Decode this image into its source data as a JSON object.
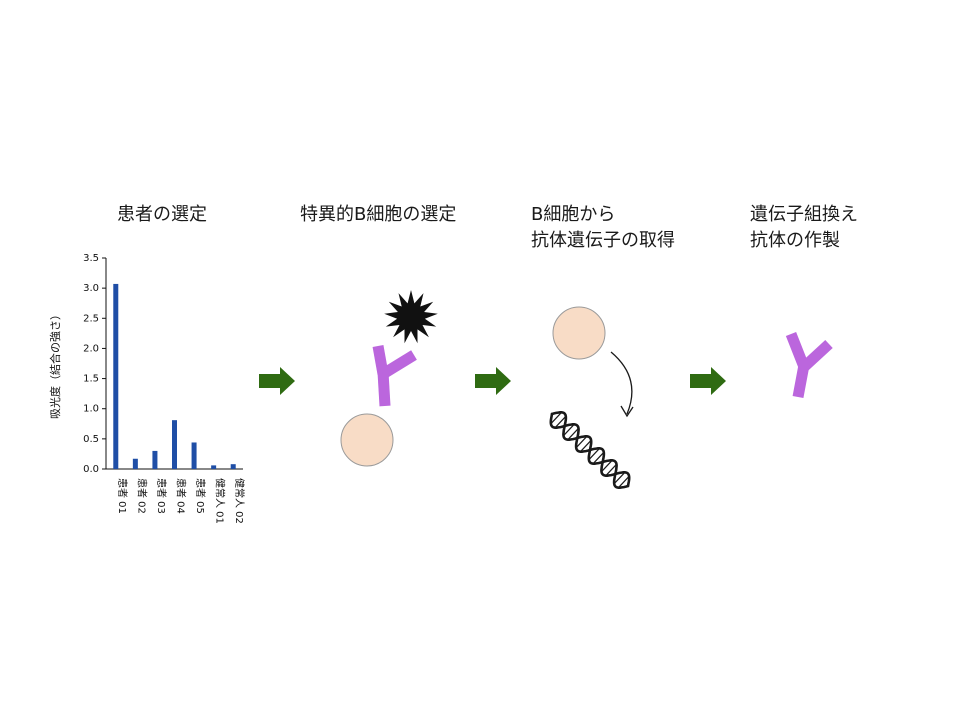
{
  "steps": [
    {
      "title_lines": [
        "患者の選定"
      ]
    },
    {
      "title_lines": [
        "特異的B細胞の選定"
      ]
    },
    {
      "title_lines": [
        "B細胞から",
        "抗体遺伝子の取得"
      ]
    },
    {
      "title_lines": [
        "遺伝子組換え",
        "抗体の作製"
      ]
    }
  ],
  "colors": {
    "bar": "#1f4ea6",
    "arrow": "#2f6b12",
    "antibody": "#bb66dd",
    "cell_fill": "#f8dcc6",
    "cell_stroke": "#9a9a9a",
    "antigen": "#111111",
    "dna": "#1a1a1a"
  },
  "icons": {
    "antigen": "antigen-starburst-icon",
    "antibody": "antibody-y-icon",
    "cell": "b-cell-icon",
    "dna": "dna-helix-icon",
    "step_arrow": "right-arrow-icon",
    "curved_arrow": "curved-arrow-icon"
  },
  "chart_data": {
    "type": "bar",
    "categories": [
      "患者 01",
      "患者 02",
      "患者 03",
      "患者 04",
      "患者 05",
      "健常人 01",
      "健常人 02"
    ],
    "values": [
      3.07,
      0.17,
      0.3,
      0.81,
      0.44,
      0.06,
      0.08
    ],
    "ylabel": "吸光度（結合の強さ）",
    "ylim": [
      0,
      3.5
    ],
    "yticks": [
      0.0,
      0.5,
      1.0,
      1.5,
      2.0,
      2.5,
      3.0,
      3.5
    ],
    "ytick_labels": [
      "0.0",
      "0.5",
      "1.0",
      "1.5",
      "2.0",
      "2.5",
      "3.0",
      "3.5"
    ],
    "grid": false
  }
}
